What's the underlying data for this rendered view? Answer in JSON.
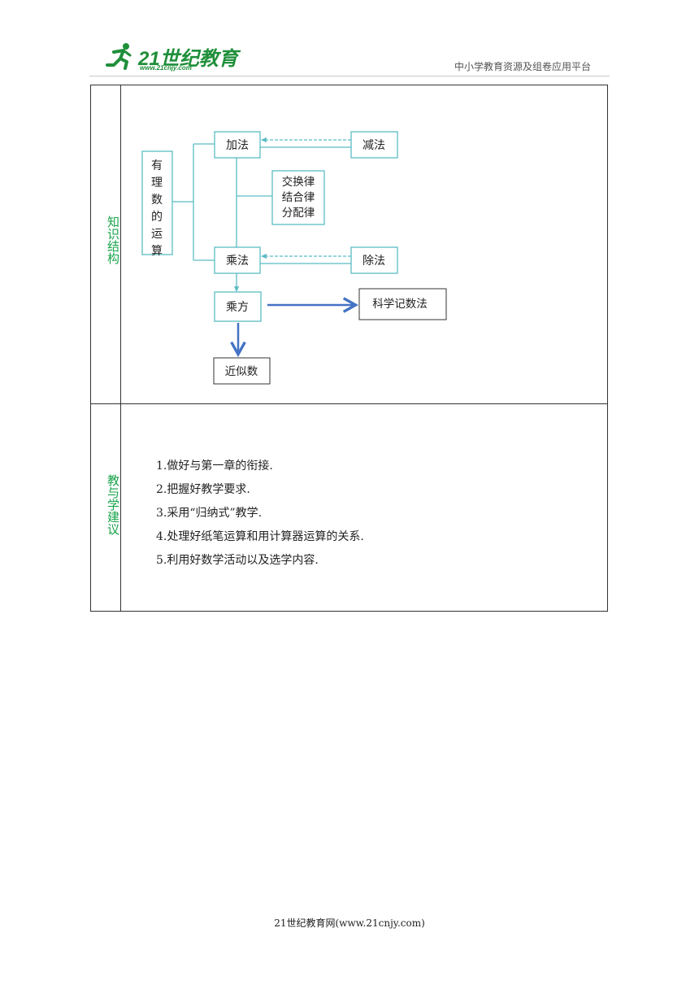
{
  "header": {
    "logo_text": "21世纪教育",
    "logo_url": "www.21cnjy.com",
    "platform_name": "中小学教育资源及组卷应用平台"
  },
  "sections": [
    {
      "label": "知识结构"
    },
    {
      "label": "教与学建议"
    }
  ],
  "diagram": {
    "root": "有理数的运算",
    "addition": "加法",
    "subtraction": "减法",
    "laws": [
      "交换律",
      "结合律",
      "分配律"
    ],
    "multiplication": "乘法",
    "division": "除法",
    "power": "乘方",
    "scientific_notation": "科学记数法",
    "approximate_number": "近似数"
  },
  "suggestions": [
    "1.做好与第一章的衔接.",
    "2.把握好教学要求.",
    "3.采用“归纳式”教学.",
    "4.处理好纸笔运算和用计算器运算的关系.",
    "5.利用好数学活动以及选学内容."
  ],
  "footer": "21世纪教育网(www.21cnjy.com)",
  "colors": {
    "teal": "#5bbcc4",
    "blue_arrow": "#4472c4",
    "label_green": "#18a34a",
    "logo_green": "#1f8f3a"
  }
}
